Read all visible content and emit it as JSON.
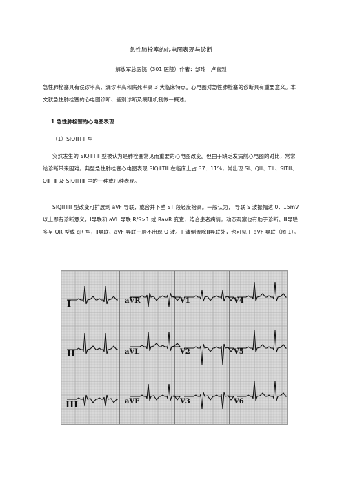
{
  "document": {
    "title": "急性肺栓塞的心电图表现与诊断",
    "authors": "解放军总医院（301 医院）作者：郜玲　卢喜烈",
    "intro": "急性肺栓塞具有误诊率高、漏诊率高和病死率高 3 大临床特点。心电图对急性肺栓塞的诊断具有重要意义。本文就急性肺栓塞的心电图诊断、鉴别诊断及病理机制做一概述。",
    "section1": "1  急性肺栓塞的心电图表现",
    "subsection1": "（1）SⅠQⅢTⅢ 型",
    "para1": "突然发生的 SⅠQⅢTⅢ 型被认为是肺栓塞常见而重要的心电图改变。但由于缺乏发病前心电图的对比，常常给诊断带来困难。典型急性肺栓塞心电图表现 SⅠQⅢTⅢ 在临床上占 37．11%，常出现 SⅠ、QⅢ、TⅢ、SⅠTⅢ、QⅢTⅢ 及 SⅠQⅢTⅢ 中的一种或几种表现。",
    "para2": "SⅠQⅢTⅢ 型改变可扩展到 aVF 导联，或合并下壁 ST 段轻度抬高。一般认为，Ⅰ导联 S 波振幅达 0．15mV 以上即有诊断意义，Ⅰ导联和 aVL 导联 R/S>1 或 RaVR 变宽，结合患者病情，动态观察也有助于诊断。Ⅲ导联多呈 QR 型或 qR 型，Ⅱ导联、aVF 导联一般不出现 Q 波。T 波倒置除Ⅲ导联外，也可见于 aVF 导联（图 1）。"
  },
  "figure": {
    "leads": [
      {
        "id": "I",
        "label": "I"
      },
      {
        "id": "II",
        "label": "II"
      },
      {
        "id": "III",
        "label": "III"
      },
      {
        "id": "aVR",
        "label": "aVR"
      },
      {
        "id": "aVL",
        "label": "aVL"
      },
      {
        "id": "aVF",
        "label": "aVF"
      },
      {
        "id": "V1",
        "label": "V1"
      },
      {
        "id": "V2",
        "label": "V2"
      },
      {
        "id": "V3",
        "label": "V3"
      },
      {
        "id": "V4",
        "label": "V4"
      },
      {
        "id": "V5",
        "label": "V5"
      },
      {
        "id": "V6",
        "label": "V6"
      }
    ],
    "colors": {
      "grid_bg": "#d9d9d9",
      "grid_line": "#a8a8a8",
      "trace": "#111111"
    }
  }
}
